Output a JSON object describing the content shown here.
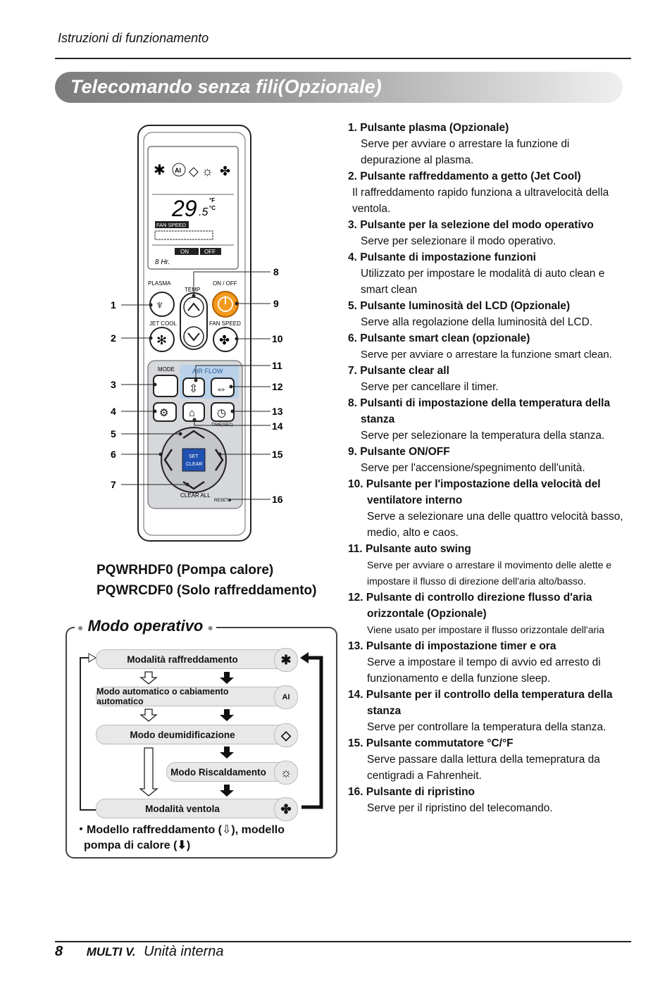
{
  "header": {
    "section": "Istruzioni di funzionamento"
  },
  "banner": {
    "title": "Telecomando senza fili(Opzionale)"
  },
  "remote": {
    "display": {
      "temp": "29",
      "temp_dec": ".5",
      "unit_f": "°F",
      "unit_c": "°C",
      "fan_speed": "FAN SPEED",
      "on": "ON",
      "off": "OFF",
      "timer_hr": "8 Hr."
    },
    "labels": {
      "plasma": "PLASMA",
      "temp": "TEMP",
      "onoff": "ON / OFF",
      "jetcool": "JET COOL",
      "fanspeed": "FAN SPEED",
      "mode": "MODE",
      "airflow": "AIR FLOW",
      "time": "TIME(SEC)",
      "set": "SET",
      "clear": "CLEAR",
      "clearall": "CLEAR ALL",
      "reset": "RESET"
    },
    "callouts": [
      "1",
      "2",
      "3",
      "4",
      "5",
      "6",
      "7",
      "8",
      "9",
      "10",
      "11",
      "12",
      "13",
      "14",
      "15",
      "16"
    ]
  },
  "models": {
    "line1": "PQWRHDF0 (Pompa calore)",
    "line2": "PQWRCDF0 (Solo raffreddamento)"
  },
  "modo": {
    "title": "Modo operativo",
    "m1": "Modalità raffreddamento",
    "m2": "Modo automatico o cabiamento automatico",
    "m3": "Modo deumidificazione",
    "m4": "Modo Riscaldamento",
    "m5": "Modalità ventola",
    "note1": "・Modello raffreddamento (",
    "note2": "), modello",
    "note3": "pompa di calore (",
    "note4": ")"
  },
  "items": [
    {
      "t": "1. Pulsante plasma (Opzionale)",
      "d": "Serve per avviare o arrestare la funzione di depurazione al plasma."
    },
    {
      "t": "2.  Pulsante raffreddamento a getto (Jet Cool)",
      "d": "Il raffreddamento rapido funziona a ultravelocità della ventola."
    },
    {
      "t": "3. Pulsante per la selezione del modo operativo",
      "d": "Serve per selezionare il modo operativo."
    },
    {
      "t": "4. Pulsante di impostazione funzioni",
      "d": "Utilizzato per impostare le modalità di auto clean e smart clean"
    },
    {
      "t": "5. Pulsante luminosità del LCD (Opzionale)",
      "d": "Serve alla regolazione della luminosità del LCD."
    },
    {
      "t": "6. Pulsante smart clean (opzionale)",
      "d": "Serve per avviare o arrestare la funzione smart clean."
    },
    {
      "t": "7. Pulsante clear all",
      "d": "Serve per cancellare il timer."
    },
    {
      "t": "8. Pulsanti di impostazione della temperatura della stanza",
      "d": "Serve per selezionare la temperatura della stanza."
    },
    {
      "t": "9. Pulsante ON/OFF",
      "d": "Serve per l'accensione/spegnimento dell'unità."
    },
    {
      "t": "10. Pulsante per l'impostazione della velocità del ventilatore interno",
      "d": "Serve a selezionare una delle quattro velocità basso, medio, alto e caos."
    },
    {
      "t": "11. Pulsante auto swing",
      "d": "Serve per avviare o arrestare il movimento delle alette e impostare il flusso di direzione dell'aria alto/basso."
    },
    {
      "t": "12. Pulsante di controllo direzione flusso d'aria orizzontale (Opzionale)",
      "d": "Viene usato per impostare il flusso orizzontale dell'aria"
    },
    {
      "t": "13. Pulsante di impostazione timer e ora",
      "d": "Serve a impostare il tempo di avvio ed arresto di funzionamento e della funzione sleep."
    },
    {
      "t": "14. Pulsante per il controllo della temperatura della stanza",
      "d": "Serve per controllare la temperatura della stanza."
    },
    {
      "t": "15. Pulsante commutatore °C/°F",
      "d": "Serve passare dalla lettura della temepratura da centigradi a Fahrenheit."
    },
    {
      "t": "16. Pulsante di ripristino",
      "d": "Serve per il ripristino del telecomando."
    }
  ],
  "footer": {
    "page": "8",
    "brand": "MULTI V.",
    "text": "Unità interna"
  }
}
